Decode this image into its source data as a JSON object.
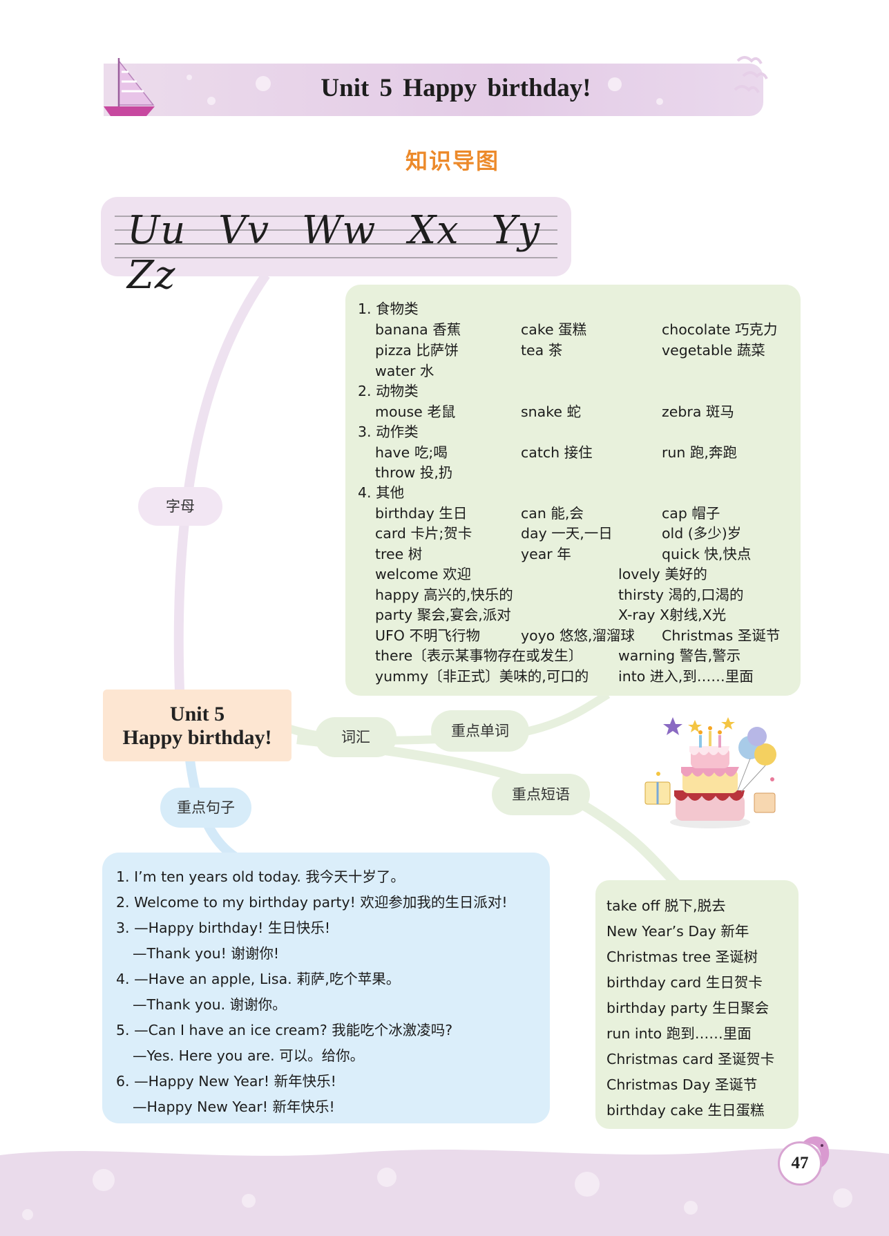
{
  "header": {
    "title": "Unit 5  Happy birthday!"
  },
  "map_title": "知识导图",
  "letters": "Uu  Vv  Ww  Xx  Yy  Zz",
  "center": {
    "line1": "Unit 5",
    "line2": "Happy birthday!"
  },
  "nodes": {
    "letters": "字母",
    "vocab": "词汇",
    "key_words": "重点单词",
    "key_phrases": "重点短语",
    "key_sentences": "重点句子"
  },
  "vocab": {
    "cat1": "1. 食物类",
    "cat1_items": [
      "banana 香蕉",
      "cake 蛋糕",
      "chocolate 巧克力",
      "pizza 比萨饼",
      "tea 茶",
      "vegetable 蔬菜",
      "water 水"
    ],
    "cat2": "2. 动物类",
    "cat2_items": [
      "mouse 老鼠",
      "snake 蛇",
      "zebra 斑马"
    ],
    "cat3": "3. 动作类",
    "cat3_items": [
      "have 吃;喝",
      "catch 接住",
      "run 跑,奔跑",
      "throw 投,扔"
    ],
    "cat4": "4. 其他",
    "cat4_items": [
      "birthday 生日",
      "can 能,会",
      "cap 帽子",
      "card 卡片;贺卡",
      "day 一天,一日",
      "old (多少)岁",
      "tree 树",
      "year 年",
      "quick 快,快点"
    ],
    "cat4_items2": [
      "welcome 欢迎",
      "lovely 美好的",
      "happy 高兴的,快乐的",
      "thirsty 渴的,口渴的",
      "party 聚会,宴会,派对",
      "X-ray X射线,X光"
    ],
    "cat4_items3": [
      "UFO 不明飞行物",
      "yoyo 悠悠,溜溜球",
      "Christmas 圣诞节"
    ],
    "cat4_items4": [
      "there〔表示某事物存在或发生〕",
      "warning 警告,警示",
      "yummy〔非正式〕美味的,可口的",
      "into 进入,到……里面"
    ]
  },
  "sentences": [
    "1. I’m ten years old today. 我今天十岁了。",
    "2. Welcome to my birthday party! 欢迎参加我的生日派对!",
    "3. —Happy birthday! 生日快乐!",
    "—Thank you! 谢谢你!",
    "4. —Have an apple, Lisa. 莉萨,吃个苹果。",
    "—Thank you. 谢谢你。",
    "5. —Can I have an ice cream? 我能吃个冰激凌吗?",
    "—Yes. Here you are. 可以。给你。",
    "6. —Happy New Year! 新年快乐!",
    "—Happy New Year! 新年快乐!"
  ],
  "phrases": [
    "take off 脱下,脱去",
    "New Year’s Day 新年",
    "Christmas tree 圣诞树",
    "birthday card 生日贺卡",
    "birthday party 生日聚会",
    "run into 跑到……里面",
    "Christmas card 圣诞贺卡",
    "Christmas Day 圣诞节",
    "birthday cake 生日蛋糕"
  ],
  "page_number": "47",
  "colors": {
    "banner": "#e3cbe6",
    "map_title": "#ec8a2b",
    "vocab_bg": "#e8f1dc",
    "sentence_bg": "#dbeefa",
    "center_bg": "#fde6d2",
    "letters_bg": "#efe2f0"
  }
}
